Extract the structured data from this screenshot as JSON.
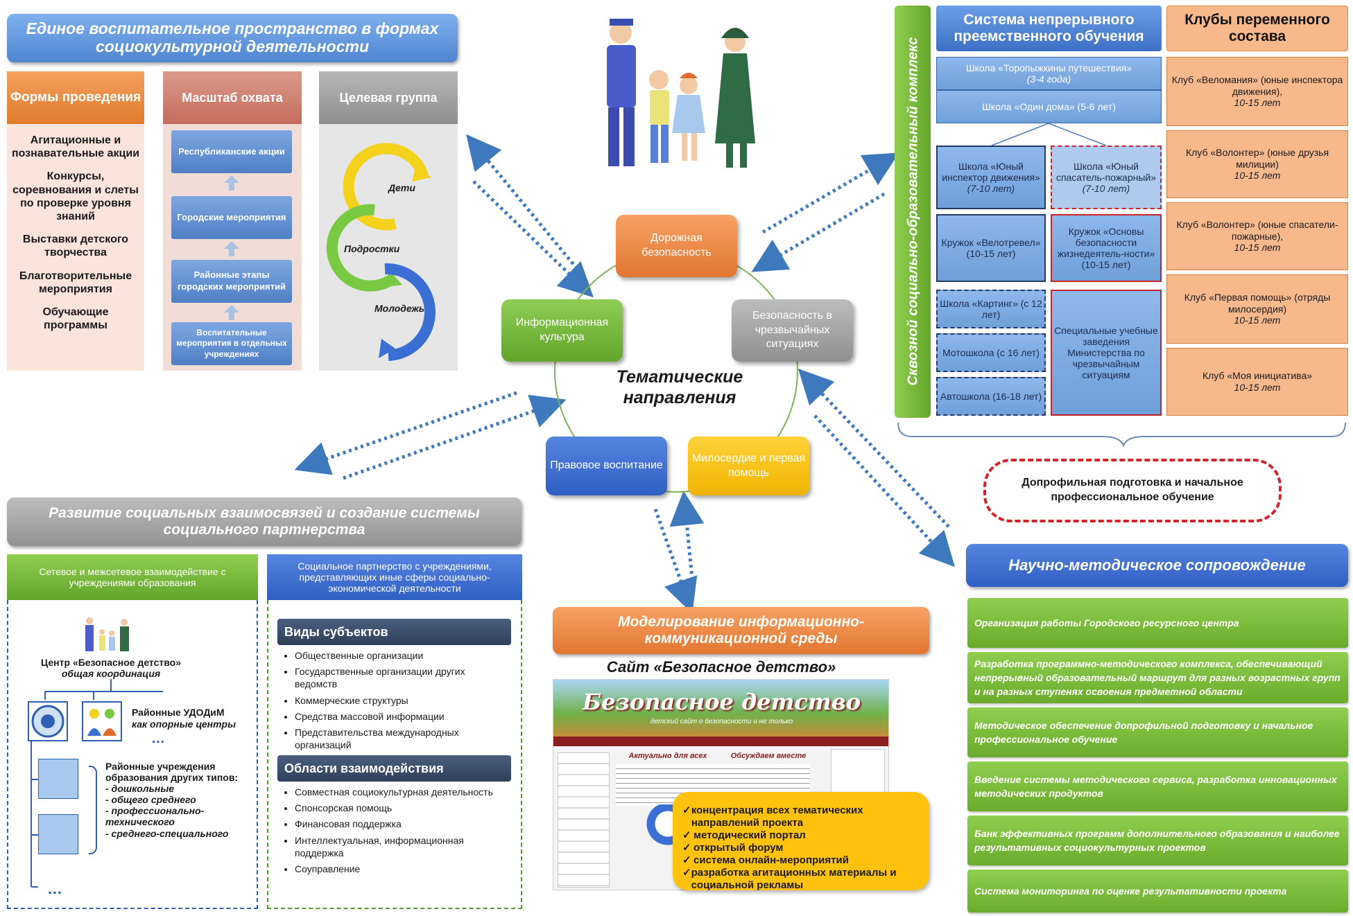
{
  "top_left": {
    "banner": "Единое воспитательное пространство в формах социокультурной деятельности",
    "col1_title": "Формы проведения",
    "col1_items": [
      "Агитационные и познавательные акции",
      "Конкурсы, соревнования и слеты по проверке уровня знаний",
      "Выставки детского творчества",
      "Благотворительные мероприятия",
      "Обучающие программы"
    ],
    "col2_title": "Масштаб охвата",
    "col2_items": [
      "Республиканские акции",
      "Городские мероприятия",
      "Районные этапы городских мероприятий",
      "Воспитательные мероприятия в отдельных учреждениях"
    ],
    "col3_title": "Целевая группа",
    "col3_items": [
      "Дети",
      "Подростки",
      "Молодежь"
    ]
  },
  "center": {
    "title": "Тематические направления",
    "directions": [
      "Дорожная безопасность",
      "Безопасность в чрезвычайных ситуациях",
      "Милосердие и первая помощь",
      "Правовое воспитание",
      "Информационная культура"
    ]
  },
  "top_right": {
    "vertical_label": "Сквозной социально-образовательный комплекс",
    "system_title": "Система непрерывного преемственного обучения",
    "clubs_title": "Клубы переменного состава",
    "school1": "Школа «Торопыжкины путешествия»",
    "school1_age": "(3-4 года)",
    "school2": "Школа «Один дома» (5-6 лет)",
    "grid": {
      "a1": "Школа «Юный инспектор движения»",
      "a1_age": "(7-10 лет)",
      "b1": "Школа «Юный спасатель-пожарный»",
      "b1_age": "(7-10 лет)",
      "a2": "Кружок «Велотревел» (10-15 лет)",
      "b2": "Кружок «Основы безопасности жизнедеятель-ности» (10-15 лет)",
      "a3": "Школа «Картинг» (с 12 лет)",
      "a4": "Мотошкола (с 16 лет)",
      "a5": "Автошкола (16-18 лет)",
      "b3": "Специальные учебные заведения Министерства по чрезвычайным ситуациям"
    },
    "clubs": [
      {
        "name": "Клуб «Веломания» (юные инспектора движения),",
        "age": "10-15 лет"
      },
      {
        "name": "Клуб «Волонтер» (юные друзья милиции)",
        "age": "10-15 лет"
      },
      {
        "name": "Клуб «Волонтер» (юные спасатели-пожарные),",
        "age": "10-15 лет"
      },
      {
        "name": "Клуб «Первая помощь» (отряды милосердия)",
        "age": "10-15 лет"
      },
      {
        "name": "Клуб «Моя инициатива»",
        "age": "10-15 лет"
      }
    ],
    "preprofile": "Допрофильная подготовка и начальное профессиональное обучение"
  },
  "bottom_left": {
    "banner": "Развитие социальных взаимосвязей и создание системы социального партнерства",
    "left_head": "Сетевое и межсетевое взаимодействие с учреждениями образования",
    "center_name": "Центр «Безопасное детство»",
    "center_role": "общая координация",
    "district_centers": "Районные УДОДиМ",
    "district_centers_role": "как опорные центры",
    "ellipsis": "…",
    "other_types_title": "Районные учреждения образования других типов:",
    "other_types": [
      "- дошкольные",
      "- общего среднего",
      "- профессионально-технического",
      "- среднего-специального"
    ],
    "ellipsis2": "…",
    "right_head": "Социальное партнерство с учреждениями, представляющих иные сферы социально-экономической деятельности",
    "subjects_title": "Виды субъектов",
    "subjects": [
      "Общественные организации",
      "Государственные организации других ведомств",
      "Коммерческие структуры",
      "Средства массовой информации",
      "Представительства международных организаций"
    ],
    "areas_title": "Области взаимодействия",
    "areas": [
      "Совместная социокультурная деятельность",
      "Спонсорская помощь",
      "Финансовая поддержка",
      "Интеллектуальная, информационная поддержка",
      "Соуправление"
    ]
  },
  "bottom_center": {
    "banner": "Моделирование информационно-коммуникационной среды",
    "site_title": "Сайт «Безопасное детство»",
    "site_logo": "Безопасное детство",
    "site_sub": "детский сайт о безопасности и не только",
    "site_col1": "Актуально для всех",
    "site_col2": "Обсуждаем вместе",
    "features": [
      "концентрация всех тематических направлений проекта",
      "методический портал",
      "открытый форум",
      "система онлайн-мероприятий",
      "разработка агитационных материалы и социальной рекламы"
    ]
  },
  "bottom_right": {
    "banner": "Научно-методическое сопровождение",
    "items": [
      "Организация работы Городского ресурсного центра",
      "Разработка программно-методического комплекса, обеспечивающий непрерывный образовательный маршрут для разных возрастных групп и на разных ступенях освоения предметной области",
      "Методическое обеспечение допрофильной подготовку и начальное профессиональное обучение",
      "Введение системы методического сервиса, разработка инновационных методических продуктов",
      "Банк эффективных программ дополнительного образования и наиболее результативных социокультурных проектов",
      "Система мониторинга по оценке результативности проекта"
    ]
  }
}
